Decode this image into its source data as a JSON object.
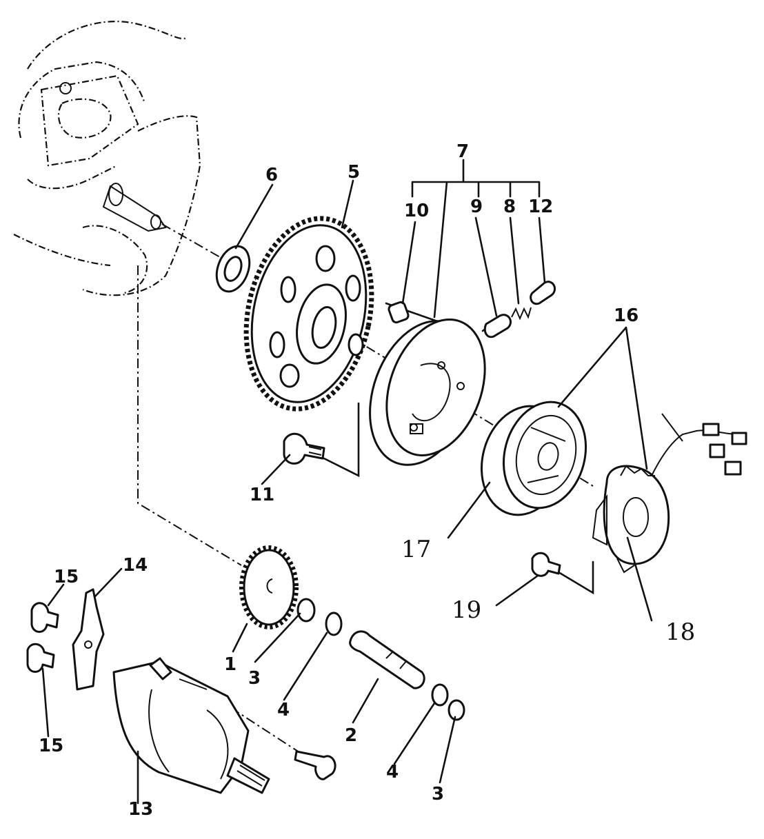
{
  "diagram": {
    "callouts": [
      {
        "id": "c1",
        "text": "1"
      },
      {
        "id": "c2",
        "text": "2"
      },
      {
        "id": "c3a",
        "text": "3"
      },
      {
        "id": "c3b",
        "text": "3"
      },
      {
        "id": "c4a",
        "text": "4"
      },
      {
        "id": "c4b",
        "text": "4"
      },
      {
        "id": "c5",
        "text": "5"
      },
      {
        "id": "c6",
        "text": "6"
      },
      {
        "id": "c7",
        "text": "7"
      },
      {
        "id": "c8",
        "text": "8"
      },
      {
        "id": "c9",
        "text": "9"
      },
      {
        "id": "c10",
        "text": "10"
      },
      {
        "id": "c11",
        "text": "11"
      },
      {
        "id": "c12",
        "text": "12"
      },
      {
        "id": "c13",
        "text": "13"
      },
      {
        "id": "c14",
        "text": "14"
      },
      {
        "id": "c15a",
        "text": "15"
      },
      {
        "id": "c15b",
        "text": "15"
      },
      {
        "id": "c16",
        "text": "16"
      },
      {
        "id": "c17",
        "text": "17"
      },
      {
        "id": "c18",
        "text": "18"
      },
      {
        "id": "c19",
        "text": "19"
      }
    ]
  }
}
